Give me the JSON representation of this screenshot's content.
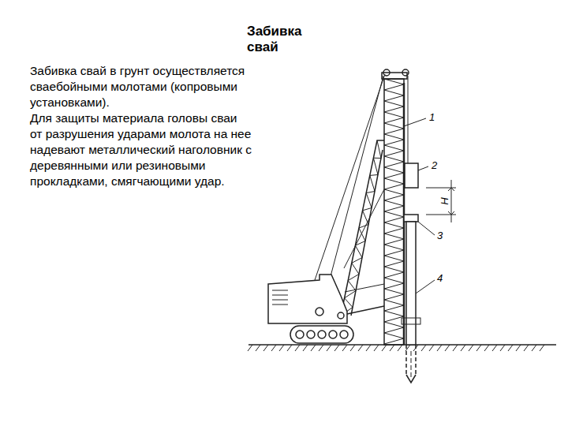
{
  "diagram": {
    "title": "Забивка свай",
    "labels": [
      "Забивка свай в грунт осуществляется сваебойными молотами (копровыми установками).",
      "Для защиты материала головы сваи от разрушения ударами молота на нее надевают металлический наголовник с деревянными или резиновыми прокладками, смягчающими удар.",
      "1",
      "2",
      "3",
      "4",
      "H"
    ]
  }
}
